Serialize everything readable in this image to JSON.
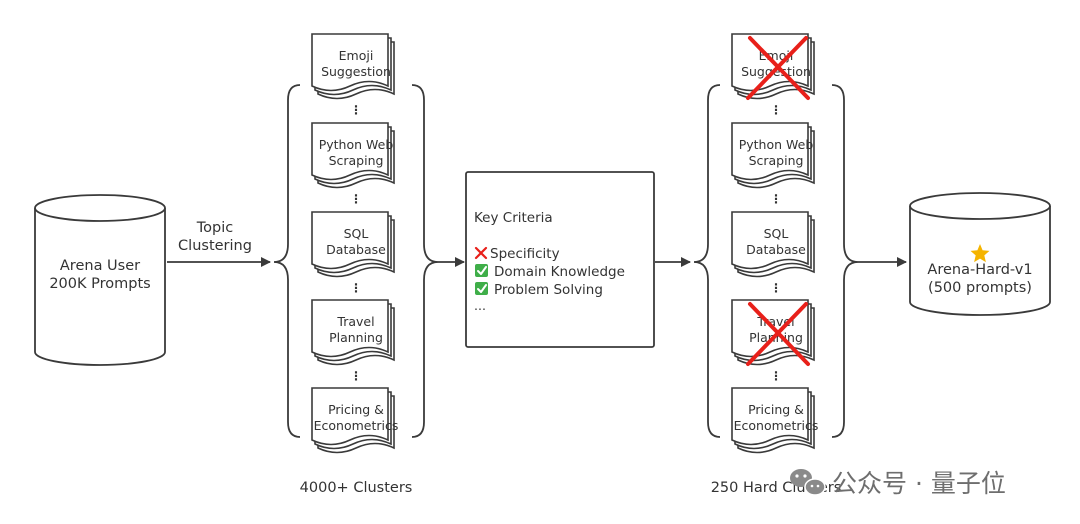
{
  "source_db": {
    "line1": "Arena User",
    "line2": "200K Prompts"
  },
  "clustering_label": {
    "line1": "Topic",
    "line2": "Clustering"
  },
  "left_clusters": [
    {
      "lines": [
        "Emoji",
        "Suggestion"
      ],
      "crossed": false
    },
    {
      "lines": [
        "Python Web",
        "Scraping"
      ],
      "crossed": false
    },
    {
      "lines": [
        "SQL",
        "Database"
      ],
      "crossed": false
    },
    {
      "lines": [
        "Travel",
        "Planning"
      ],
      "crossed": false
    },
    {
      "lines": [
        "Pricing &",
        "Econometrics"
      ],
      "crossed": false
    }
  ],
  "right_clusters": [
    {
      "lines": [
        "Emoji",
        "Suggestion"
      ],
      "crossed": true
    },
    {
      "lines": [
        "Python Web",
        "Scraping"
      ],
      "crossed": false
    },
    {
      "lines": [
        "SQL",
        "Database"
      ],
      "crossed": false
    },
    {
      "lines": [
        "Travel",
        "Planning"
      ],
      "crossed": true
    },
    {
      "lines": [
        "Pricing &",
        "Econometrics"
      ],
      "crossed": false
    }
  ],
  "ellipsis": "⋮",
  "left_caption": "4000+ Clusters",
  "right_caption": "250 Hard Clusters",
  "criteria": {
    "title": "Key Criteria",
    "items": [
      {
        "mark": "cross",
        "text": "Specificity"
      },
      {
        "mark": "check",
        "text": "Domain Knowledge"
      },
      {
        "mark": "check",
        "text": "Problem Solving"
      }
    ],
    "more": "..."
  },
  "target_db": {
    "line1": "Arena-Hard-v1",
    "line2": "(500 prompts)",
    "star_color": "#f5b400"
  },
  "watermark": "公众号 · 量子位",
  "colors": {
    "stroke": "#3a3a3a",
    "cross": "#e8201a",
    "check": "#3fae49"
  }
}
